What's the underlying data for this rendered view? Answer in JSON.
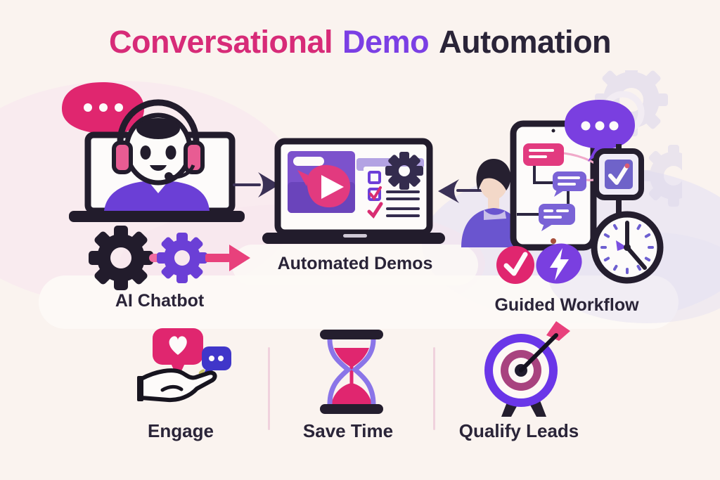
{
  "title": {
    "part1": "Conversational",
    "part2": "Demo",
    "part3": "Automation"
  },
  "steps": [
    {
      "id": "ai-chatbot",
      "label": "AI Chatbot"
    },
    {
      "id": "automated-demos",
      "label": "Automated Demos"
    },
    {
      "id": "guided-workflow",
      "label": "Guided Workflow"
    }
  ],
  "benefits": [
    {
      "id": "engage",
      "label": "Engage"
    },
    {
      "id": "save-time",
      "label": "Save Time"
    },
    {
      "id": "qualify-leads",
      "label": "Qualify Leads"
    }
  ],
  "icons": {
    "chat-dots-bubble-icon": "speech bubble with three dots",
    "robot-headset-icon": "robot face wearing headset on laptop screen",
    "laptop-icon": "laptop computer",
    "gear-icon": "cog wheel",
    "flow-arrow-icon": "arrow connecting steps",
    "video-play-icon": "video window with play button",
    "checklist-icon": "checklist with checkboxes",
    "person-icon": "person in profile",
    "tablet-chat-flow-icon": "tablet with chat flow diagram",
    "check-badge-icon": "square badge with checkmark",
    "clock-icon": "analog clock",
    "check-circle-icon": "circle with checkmark",
    "lightning-icon": "lightning bolt blob",
    "hand-heart-icon": "hand holding heart message bubbles",
    "hourglass-icon": "hourglass with pink sand",
    "target-dart-icon": "dartboard with dart"
  },
  "colors": {
    "accent_pink": "#E0266F",
    "accent_purple": "#7B3FE4",
    "indigo": "#4036C9",
    "ink_dark": "#241E2E",
    "text_navy": "#2A2438",
    "lavender": "#B3A3E3",
    "background": "#FAF3EF"
  }
}
